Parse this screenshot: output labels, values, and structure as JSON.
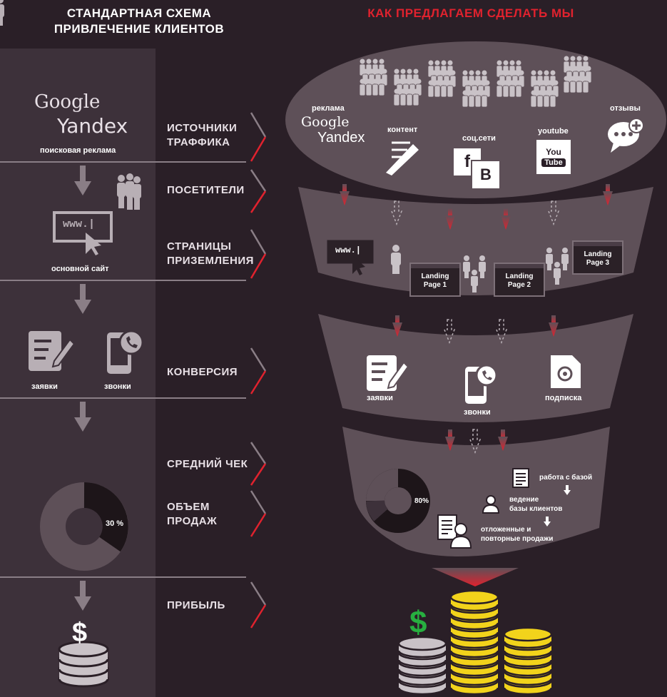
{
  "left": {
    "title_line1": "СТАНДАРТНАЯ СХЕМА",
    "title_line2": "ПРИВЛЕЧЕНИЕ КЛИЕНТОВ",
    "brand_google": "Google",
    "brand_yandex": "Yandex",
    "search_ads": "поисковая реклама",
    "site_text": "www.|",
    "main_site": "основной сайт",
    "requests": "заявки",
    "calls": "звонки",
    "percent": "30 %",
    "dollar": "$"
  },
  "stages": [
    {
      "line1": "ИСТОЧНИКИ",
      "line2": "ТРАФФИКА"
    },
    {
      "line1": "ПОСЕТИТЕЛИ",
      "line2": ""
    },
    {
      "line1": "СТРАНИЦЫ",
      "line2": "ПРИЗЕМЛЕНИЯ"
    },
    {
      "line1": "КОНВЕРСИЯ",
      "line2": ""
    },
    {
      "line1": "СРЕДНИЙ ЧЕК",
      "line2": ""
    },
    {
      "line1": "ОБЪЕМ",
      "line2": "ПРОДАЖ"
    },
    {
      "line1": "ПРИБЫЛЬ",
      "line2": ""
    }
  ],
  "right": {
    "title": "КАК ПРЕДЛАГАЕМ СДЕЛАТЬ МЫ",
    "ads_label": "реклама",
    "brand_google": "Google",
    "brand_yandex": "Yandex",
    "content": "контент",
    "social": "соц.сети",
    "fb_letter": "f",
    "vk_letter": "B",
    "youtube": "youtube",
    "yt_you": "You",
    "yt_tube": "Tube",
    "reviews": "отзывы",
    "site_text": "www.|",
    "landing1_a": "Landing",
    "landing1_b": "Page 1",
    "landing2_a": "Landing",
    "landing2_b": "Page 2",
    "landing3_a": "Landing",
    "landing3_b": "Page 3",
    "requests": "заявки",
    "calls": "звонки",
    "subscription": "подписка",
    "percent": "80%",
    "db_work": "работа с базой",
    "db_lead1": "ведение",
    "db_lead2": "базы клиентов",
    "deferred1": "отложенные и",
    "deferred2": "повторные продажи",
    "dollar": "$"
  },
  "colors": {
    "accent_red": "#e0222e",
    "bg": "#2a1f27",
    "panel": "#3a2e37",
    "funnel": "#5e5058"
  }
}
